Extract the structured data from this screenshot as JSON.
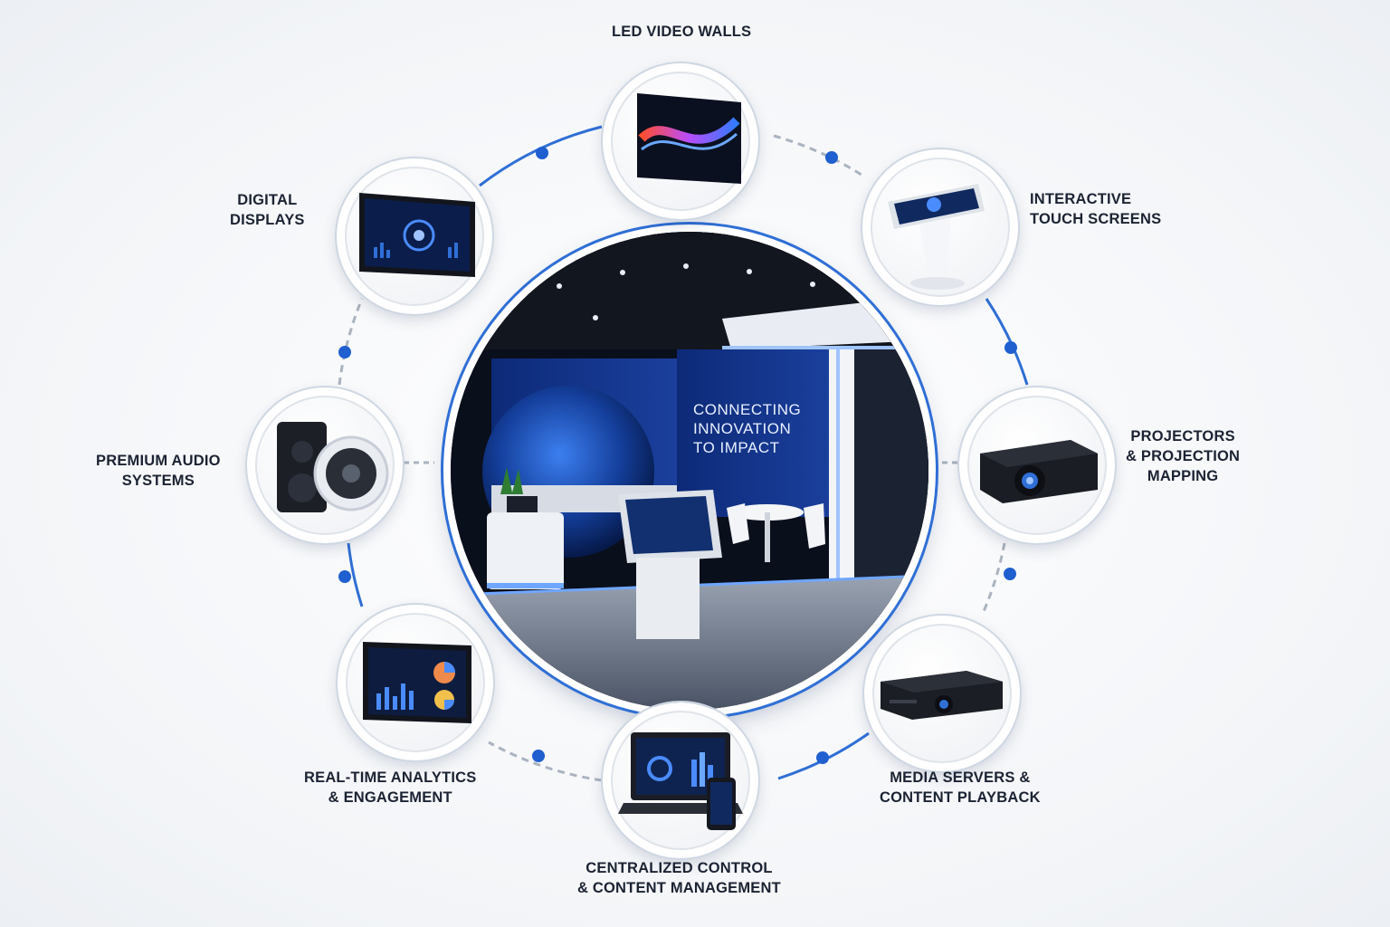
{
  "colors": {
    "accent": "#2f6fd6",
    "dot": "#1f5fd0",
    "dash": "#aab3c0",
    "text": "#1b2333"
  },
  "center": {
    "headline": [
      "CONNECTING",
      "INNOVATION",
      "TO IMPACT"
    ]
  },
  "nodes": [
    {
      "id": "led-video-walls",
      "label": [
        "LED VIDEO WALLS"
      ],
      "icon": "led-video-wall-icon"
    },
    {
      "id": "interactive-touch-screens",
      "label": [
        "INTERACTIVE",
        "TOUCH SCREENS"
      ],
      "icon": "touch-kiosk-icon"
    },
    {
      "id": "projectors",
      "label": [
        "PROJECTORS",
        "& PROJECTION",
        "MAPPING"
      ],
      "icon": "projector-icon"
    },
    {
      "id": "media-servers",
      "label": [
        "MEDIA SERVERS &",
        "CONTENT PLAYBACK"
      ],
      "icon": "media-server-icon"
    },
    {
      "id": "centralized-control",
      "label": [
        "CENTRALIZED CONTROL",
        "& CONTENT MANAGEMENT"
      ],
      "icon": "laptop-phone-icon"
    },
    {
      "id": "analytics",
      "label": [
        "REAL-TIME ANALYTICS",
        "& ENGAGEMENT"
      ],
      "icon": "analytics-tablet-icon"
    },
    {
      "id": "audio",
      "label": [
        "PREMIUM AUDIO",
        "SYSTEMS"
      ],
      "icon": "speaker-icon"
    },
    {
      "id": "digital-displays",
      "label": [
        "DIGITAL",
        "DISPLAYS"
      ],
      "icon": "digital-display-icon"
    }
  ]
}
